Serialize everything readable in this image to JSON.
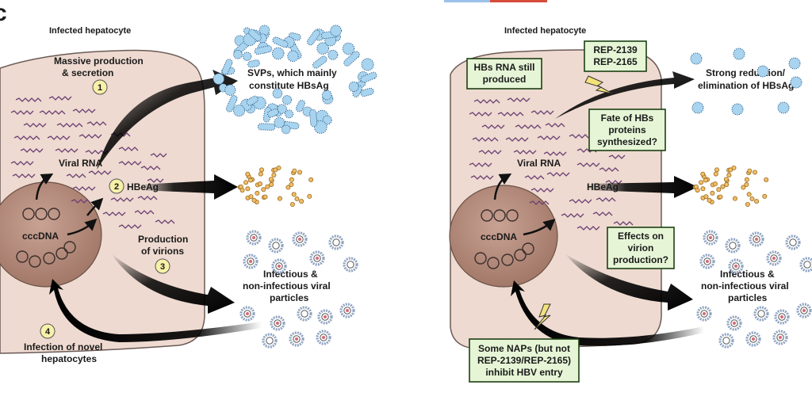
{
  "panel_letter": "c",
  "colors": {
    "cell_fill": "#eedad0",
    "cell_stroke": "#6a5a55",
    "nucleus_fill": "#b28676",
    "svp_fill": "#a9d4f0",
    "svp_stroke": "#2e5f86",
    "hbeag_fill": "#f1be6a",
    "hbeag_stroke": "#9a6b1c",
    "virion_shell": "#8fa4c2",
    "virion_core": "#d46a78",
    "rna": "#6b3f73",
    "green_box_fill": "#e6f5d6",
    "green_box_stroke": "#1c3f13",
    "number_badge_fill": "#f7f0a8",
    "bolt_fill": "#f3e27a"
  },
  "left_panel": {
    "title": "Infected hepatocyte",
    "step1": "Massive production",
    "step1b": "& secretion",
    "num1": "1",
    "svp_label_1": "SVPs, which mainly",
    "svp_label_2": "constitute HBsAg",
    "viral_rna": "Viral RNA",
    "num2": "2",
    "hbeag": "HBeAg",
    "cccdna": "cccDNA",
    "prod_1": "Production",
    "prod_2": "of virions",
    "num3": "3",
    "particles_1": "Infectious &",
    "particles_2": "non-infectious viral",
    "particles_3": "particles",
    "num4": "4",
    "infect_1": "Infection of novel",
    "infect_2": "hepatocytes"
  },
  "right_panel": {
    "title": "Infected hepatocyte",
    "hbs_rna_1": "HBs RNA still",
    "hbs_rna_2": "produced",
    "rep_1": "REP-2139",
    "rep_2": "REP-2165",
    "reduction_1": "Strong reduction/",
    "reduction_2": "elimination of HBsAg",
    "fate_1": "Fate of HBs",
    "fate_2": "proteins",
    "fate_3": "synthesized?",
    "viral_rna": "Viral RNA",
    "hbeag": "HBeAg",
    "cccdna": "cccDNA",
    "effects_1": "Effects on",
    "effects_2": "virion",
    "effects_3": "production?",
    "particles_1": "Infectious &",
    "particles_2": "non-infectious viral",
    "particles_3": "particles",
    "naps_1": "Some NAPs (but not",
    "naps_2": "REP-2139/REP-2165)",
    "naps_3": "inhibit HBV entry"
  }
}
